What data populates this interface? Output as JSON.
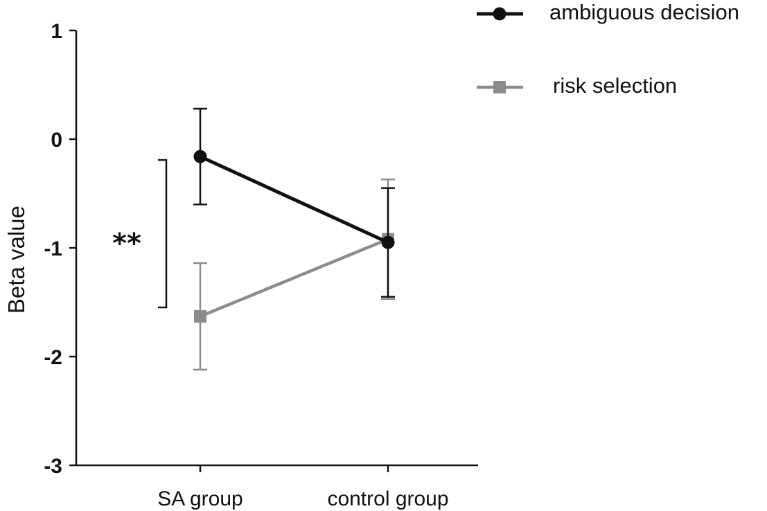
{
  "chart_data": {
    "type": "line",
    "categories": [
      "SA group",
      "control group"
    ],
    "ylabel": "Beta value",
    "xlabel": "",
    "ylim": [
      -3,
      1
    ],
    "yticks": [
      "1",
      "0",
      "-1",
      "-2",
      "-3"
    ],
    "grid": false,
    "legend_position": "top-right",
    "series": [
      {
        "name": "ambiguous decision",
        "values": [
          -0.16,
          -0.95
        ],
        "error": [
          0.44,
          0.5
        ],
        "color": "#111111",
        "marker": "circle"
      },
      {
        "name": "risk selection",
        "values": [
          -1.63,
          -0.92
        ],
        "error": [
          0.49,
          0.55
        ],
        "color": "#8c8c8c",
        "marker": "square"
      }
    ],
    "annotation": {
      "text": "**",
      "between": [
        "ambiguous decision",
        "risk selection"
      ],
      "category": "SA group"
    }
  }
}
